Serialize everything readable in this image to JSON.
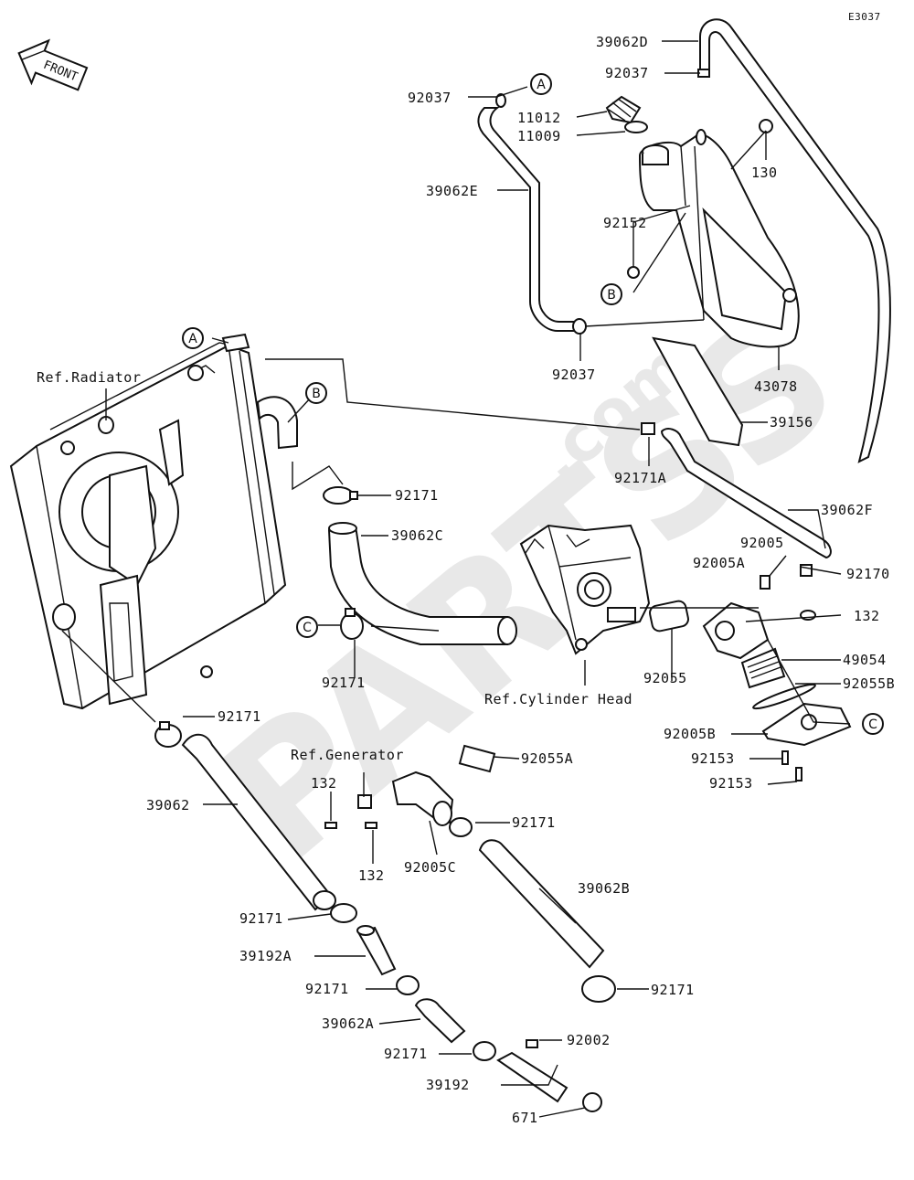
{
  "diagram_code": "E3037",
  "direction_label": "FRONT",
  "watermark": {
    "main": "PARTSS",
    "suffix": ".com"
  },
  "circle_refs": [
    "A",
    "A",
    "B",
    "B",
    "C",
    "C"
  ],
  "reference_labels": [
    "Ref.Radiator",
    "Ref.Cylinder Head",
    "Ref.Generator"
  ],
  "part_labels": [
    "39062D",
    "92037",
    "92037",
    "11012",
    "11009",
    "130",
    "39062E",
    "92152",
    "92037",
    "43078",
    "39156",
    "92171A",
    "39062F",
    "92171",
    "39062C",
    "92005",
    "92005A",
    "92170",
    "132",
    "49054",
    "92055B",
    "92055",
    "92171",
    "92171",
    "92005B",
    "92153",
    "92153",
    "92055A",
    "132",
    "92171",
    "39062",
    "132",
    "92005C",
    "39062B",
    "92171",
    "39192A",
    "92171",
    "92171",
    "39062A",
    "92002",
    "92171",
    "39192",
    "671"
  ]
}
